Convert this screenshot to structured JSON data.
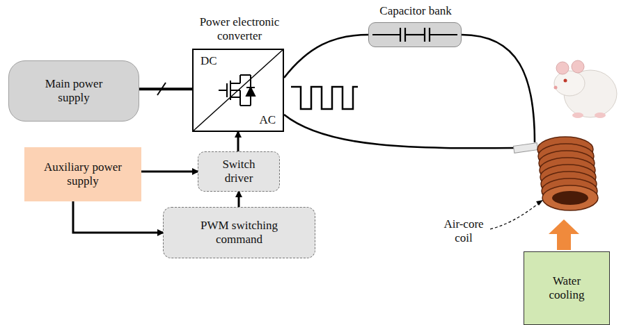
{
  "diagram": {
    "nodes": [
      {
        "text": [
          "Main power supply"
        ]
      },
      {
        "text": [
          "Power electronic converter",
          "DC",
          "AC"
        ]
      },
      {
        "text": [
          "Auxiliary power supply"
        ]
      },
      {
        "text": [
          "Switch driver"
        ]
      },
      {
        "text": [
          "PWM switching command"
        ]
      },
      {
        "text": [
          "Capacitor bank"
        ]
      },
      {
        "text": [
          "Water cooling"
        ]
      }
    ],
    "edges": [
      {
        "from": 0,
        "to": 1,
        "arrow": "none"
      },
      {
        "from": 2,
        "to": 3,
        "arrow": "to"
      },
      {
        "from": 2,
        "to": 4,
        "arrow": "to"
      },
      {
        "from": 4,
        "to": 3,
        "arrow": "to"
      },
      {
        "from": 3,
        "to": 1,
        "arrow": "to"
      },
      {
        "from": 1,
        "to": 5,
        "arrow": "none"
      }
    ],
    "labels": [
      "Air-core coil"
    ]
  }
}
